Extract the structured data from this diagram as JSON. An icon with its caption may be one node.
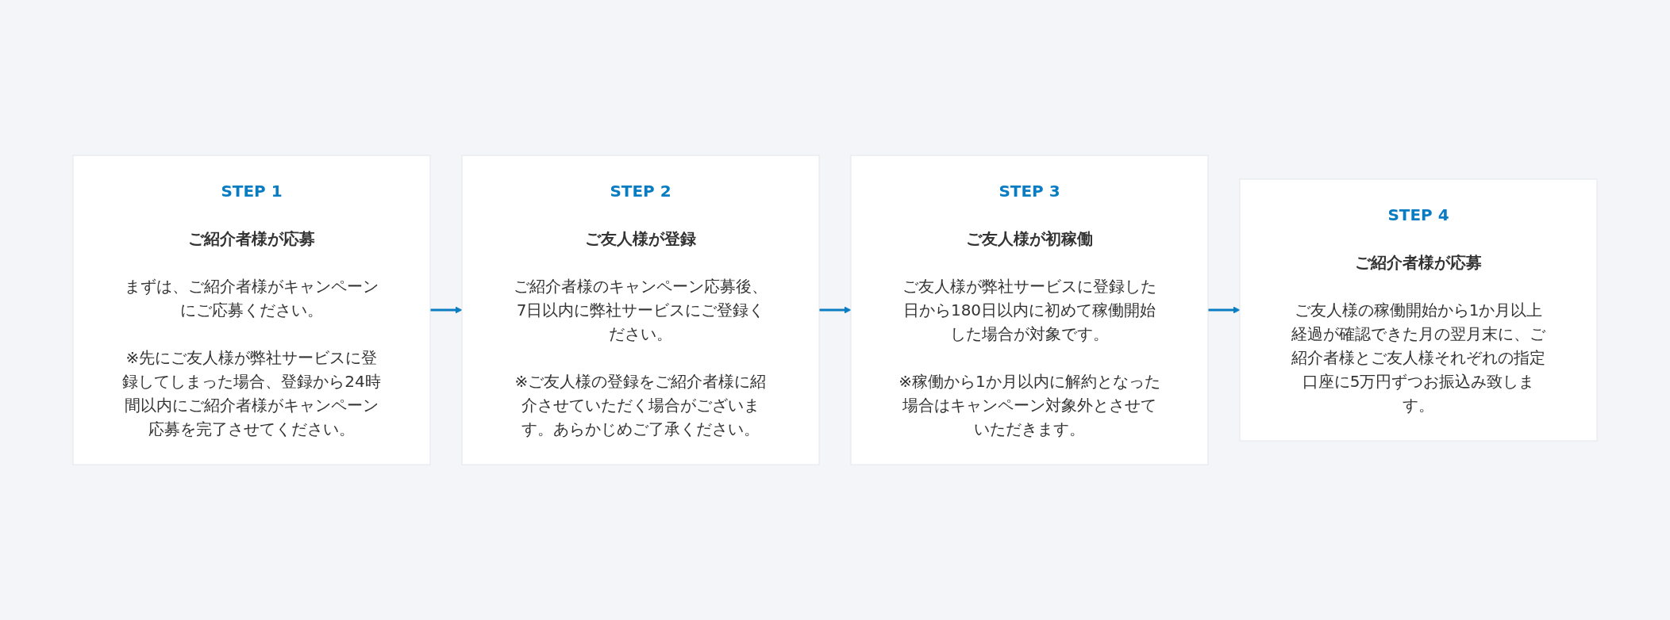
{
  "diagram": {
    "nodes": [
      {
        "text": [
          "STEP 1",
          "ご紹介者様が応募",
          "まずは、ご紹介者様がキャンペーンにご応募ください。",
          "※先にご友人様が弊社サービスに登録してしまった場合、登録から24時間以内にご紹介者様がキャンペーン応募を完了させてください。"
        ]
      },
      {
        "text": [
          "STEP 2",
          "ご友人様が登録",
          "ご紹介者様のキャンペーン応募後、7日以内に弊社サービスにご登録ください。",
          "※ご友人様の登録をご紹介者様に紹介させていただく場合がございます。あらかじめご了承ください。"
        ]
      },
      {
        "text": [
          "STEP 3",
          "ご友人様が初稼働",
          "ご友人様が弊社サービスに登録した日から180日以内に初めて稼働開始した場合が対象です。",
          "※稼働から1か月以内に解約となった場合はキャンペーン対象外とさせていただきます。"
        ]
      },
      {
        "text": [
          "STEP 4",
          "ご紹介者様が応募",
          "ご友人様の稼働開始から1か月以上経過が確認できた月の翌月末に、ご紹介者様とご友人様それぞれの指定口座に5万円ずつお振込み致します。"
        ]
      }
    ],
    "edges": [
      {
        "from": 0,
        "to": 1,
        "arrow": "to"
      },
      {
        "from": 1,
        "to": 2,
        "arrow": "to"
      },
      {
        "from": 2,
        "to": 3,
        "arrow": "to"
      }
    ]
  }
}
